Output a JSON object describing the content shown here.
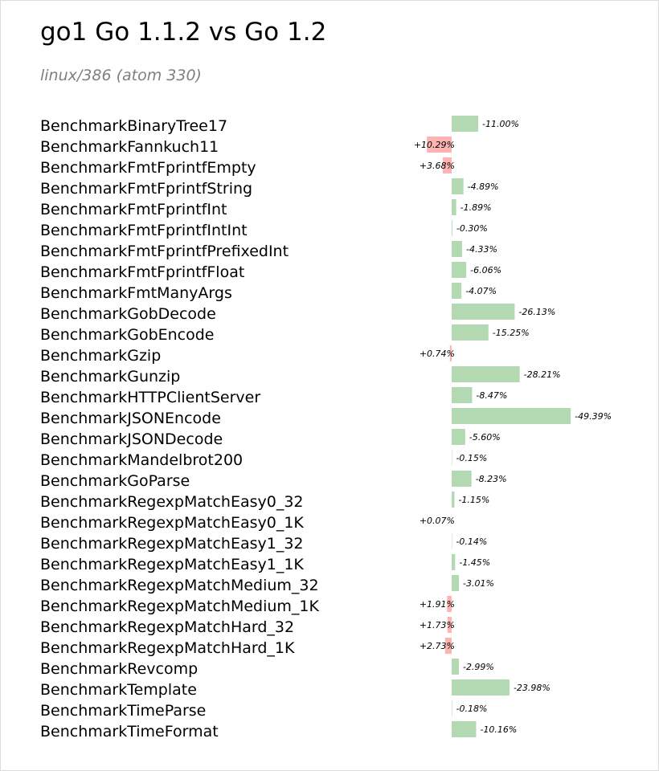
{
  "title": "go1 Go 1.1.2 vs Go 1.2",
  "subtitle": "linux/386 (atom 330)",
  "colors": {
    "improvement": "#b3d9b3",
    "regression": "#ffb3b3"
  },
  "chart_data": {
    "type": "bar",
    "orientation": "horizontal",
    "title": "go1 Go 1.1.2 vs Go 1.2",
    "subtitle": "linux/386 (atom 330)",
    "xlabel": "",
    "ylabel": "",
    "grid": false,
    "categories": [
      "BenchmarkBinaryTree17",
      "BenchmarkFannkuch11",
      "BenchmarkFmtFprintfEmpty",
      "BenchmarkFmtFprintfString",
      "BenchmarkFmtFprintfInt",
      "BenchmarkFmtFprintfIntInt",
      "BenchmarkFmtFprintfPrefixedInt",
      "BenchmarkFmtFprintfFloat",
      "BenchmarkFmtManyArgs",
      "BenchmarkGobDecode",
      "BenchmarkGobEncode",
      "BenchmarkGzip",
      "BenchmarkGunzip",
      "BenchmarkHTTPClientServer",
      "BenchmarkJSONEncode",
      "BenchmarkJSONDecode",
      "BenchmarkMandelbrot200",
      "BenchmarkGoParse",
      "BenchmarkRegexpMatchEasy0_32",
      "BenchmarkRegexpMatchEasy0_1K",
      "BenchmarkRegexpMatchEasy1_32",
      "BenchmarkRegexpMatchEasy1_1K",
      "BenchmarkRegexpMatchMedium_32",
      "BenchmarkRegexpMatchMedium_1K",
      "BenchmarkRegexpMatchHard_32",
      "BenchmarkRegexpMatchHard_1K",
      "BenchmarkRevcomp",
      "BenchmarkTemplate",
      "BenchmarkTimeParse",
      "BenchmarkTimeFormat"
    ],
    "values": [
      -11.0,
      10.29,
      3.68,
      -4.89,
      -1.89,
      -0.3,
      -4.33,
      -6.06,
      -4.07,
      -26.13,
      -15.25,
      0.74,
      -28.21,
      -8.47,
      -49.39,
      -5.6,
      -0.15,
      -8.23,
      -1.15,
      0.07,
      -0.14,
      -1.45,
      -3.01,
      1.91,
      1.73,
      2.73,
      -2.99,
      -23.98,
      -0.18,
      -10.16
    ],
    "labels": [
      "-11.00%",
      "+10.29%",
      "+3.68%",
      "-4.89%",
      "-1.89%",
      "-0.30%",
      "-4.33%",
      "-6.06%",
      "-4.07%",
      "-26.13%",
      "-15.25%",
      "+0.74%",
      "-28.21%",
      "-8.47%",
      "-49.39%",
      "-5.60%",
      "-0.15%",
      "-8.23%",
      "-1.15%",
      "+0.07%",
      "-0.14%",
      "-1.45%",
      "-3.01%",
      "+1.91%",
      "+1.73%",
      "+2.73%",
      "-2.99%",
      "-23.98%",
      "-0.18%",
      "-10.16%"
    ]
  }
}
